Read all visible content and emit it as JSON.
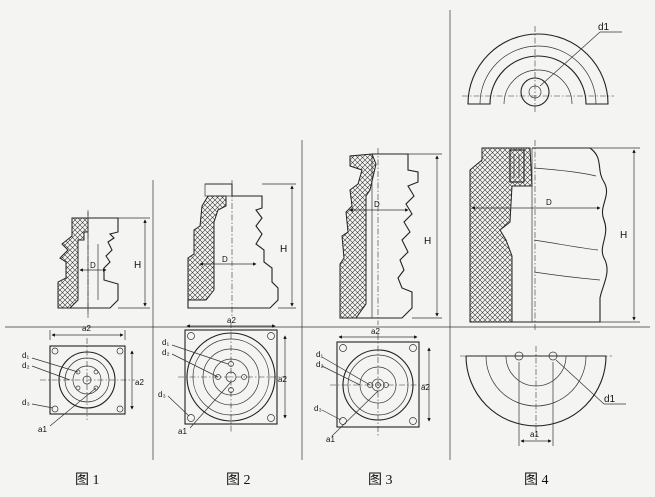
{
  "figures": [
    {
      "caption": "图 1"
    },
    {
      "caption": "图 2"
    },
    {
      "caption": "图 3"
    },
    {
      "caption": "图 4"
    }
  ],
  "labels": {
    "d1": "d₁",
    "d2": "d₂",
    "d3": "d₃",
    "a1": "a1",
    "a2": "a2",
    "H": "H",
    "D": "D",
    "d1_plain": "d1"
  }
}
